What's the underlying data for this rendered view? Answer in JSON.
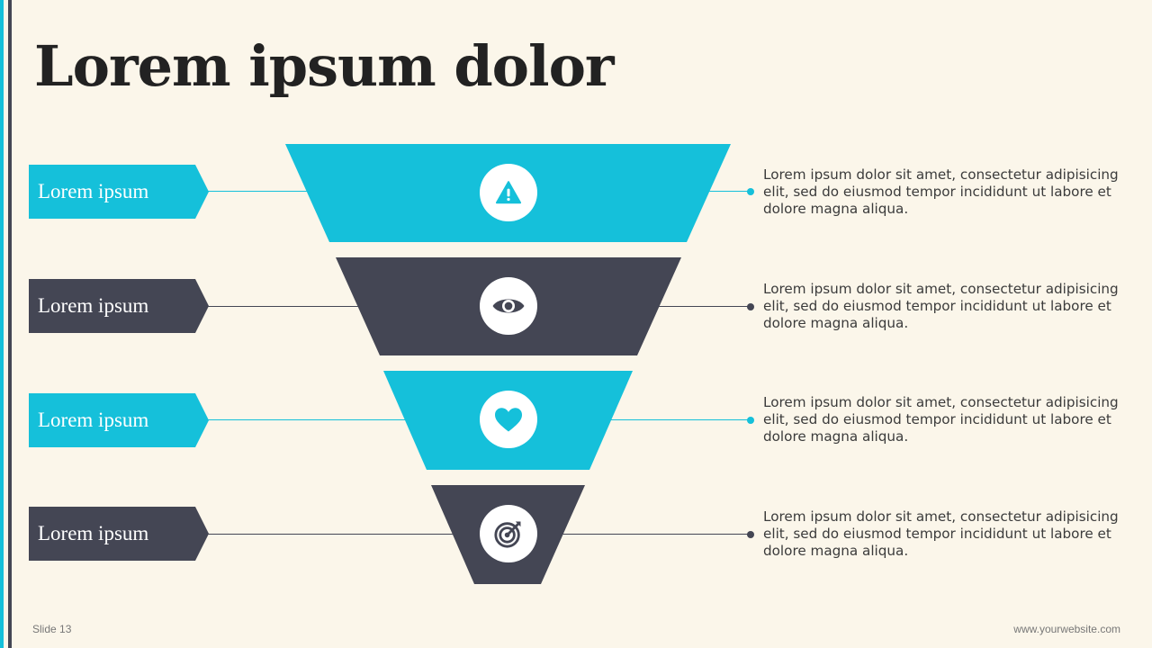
{
  "title": "Lorem ipsum dolor",
  "colors": {
    "cyan": "#15c0da",
    "dark": "#444654",
    "background": "#fbf6ea"
  },
  "stages": [
    {
      "label": "Lorem ipsum",
      "icon": "warning-icon",
      "color": "cyan",
      "description": "Lorem ipsum dolor sit amet, consectetur adipisicing elit, sed do eiusmod tempor incididunt ut labore et dolore magna aliqua."
    },
    {
      "label": "Lorem ipsum",
      "icon": "eye-icon",
      "color": "dark",
      "description": "Lorem ipsum dolor sit amet, consectetur adipisicing elit, sed do eiusmod tempor incididunt ut labore et dolore magna aliqua."
    },
    {
      "label": "Lorem ipsum",
      "icon": "heart-icon",
      "color": "cyan",
      "description": "Lorem ipsum dolor sit amet, consectetur adipisicing elit, sed do eiusmod tempor incididunt ut labore et dolore magna aliqua."
    },
    {
      "label": "Lorem ipsum",
      "icon": "target-icon",
      "color": "dark",
      "description": "Lorem ipsum dolor sit amet, consectetur adipisicing elit, sed do eiusmod tempor incididunt ut labore et dolore magna aliqua."
    }
  ],
  "footer": {
    "slide": "Slide 13",
    "website": "www.yourwebsite.com"
  }
}
